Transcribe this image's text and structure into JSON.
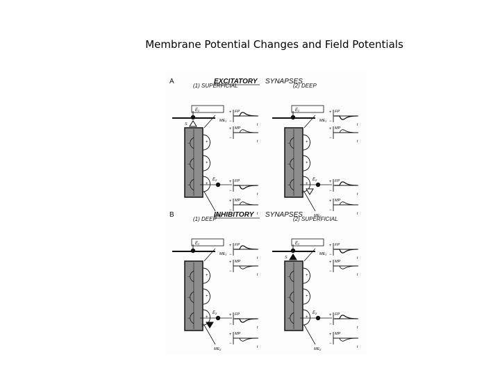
{
  "slide": {
    "title": "Membrane Potential Changes and Field Potentials"
  },
  "figure": {
    "panels": [
      {
        "letter": "A",
        "heading_word": "EXCITATORY",
        "heading_suffix": "SYNAPSES",
        "cases": [
          {
            "label": "(1)  SUPERFICIAL",
            "synapse": "open-top",
            "top_fp": "up",
            "top_mp": "up",
            "bot_fp": "down",
            "bot_mp": "up"
          },
          {
            "label": "(2)  DEEP",
            "synapse": "open-bottom",
            "top_fp": "down",
            "top_mp": "up",
            "bot_fp": "up",
            "bot_mp": "up"
          }
        ]
      },
      {
        "letter": "B",
        "heading_word": "INHIBITORY",
        "heading_suffix": "SYNAPSES",
        "cases": [
          {
            "label": "(1)  DEEP",
            "synapse": "filled-bottom",
            "top_fp": "up",
            "top_mp": "down",
            "bot_fp": "down",
            "bot_mp": "down"
          },
          {
            "label": "(2)  SUPERFICIAL",
            "synapse": "filled-top",
            "top_fp": "down",
            "top_mp": "down",
            "bot_fp": "up",
            "bot_mp": "down"
          }
        ]
      }
    ],
    "labels": {
      "fp": "FP",
      "mp": "MP",
      "t": "t",
      "e1": "E₁",
      "e2": "E₂",
      "me1": "ME₁",
      "me2": "ME₂",
      "s": "S",
      "plus": "+",
      "minus": "−"
    }
  }
}
